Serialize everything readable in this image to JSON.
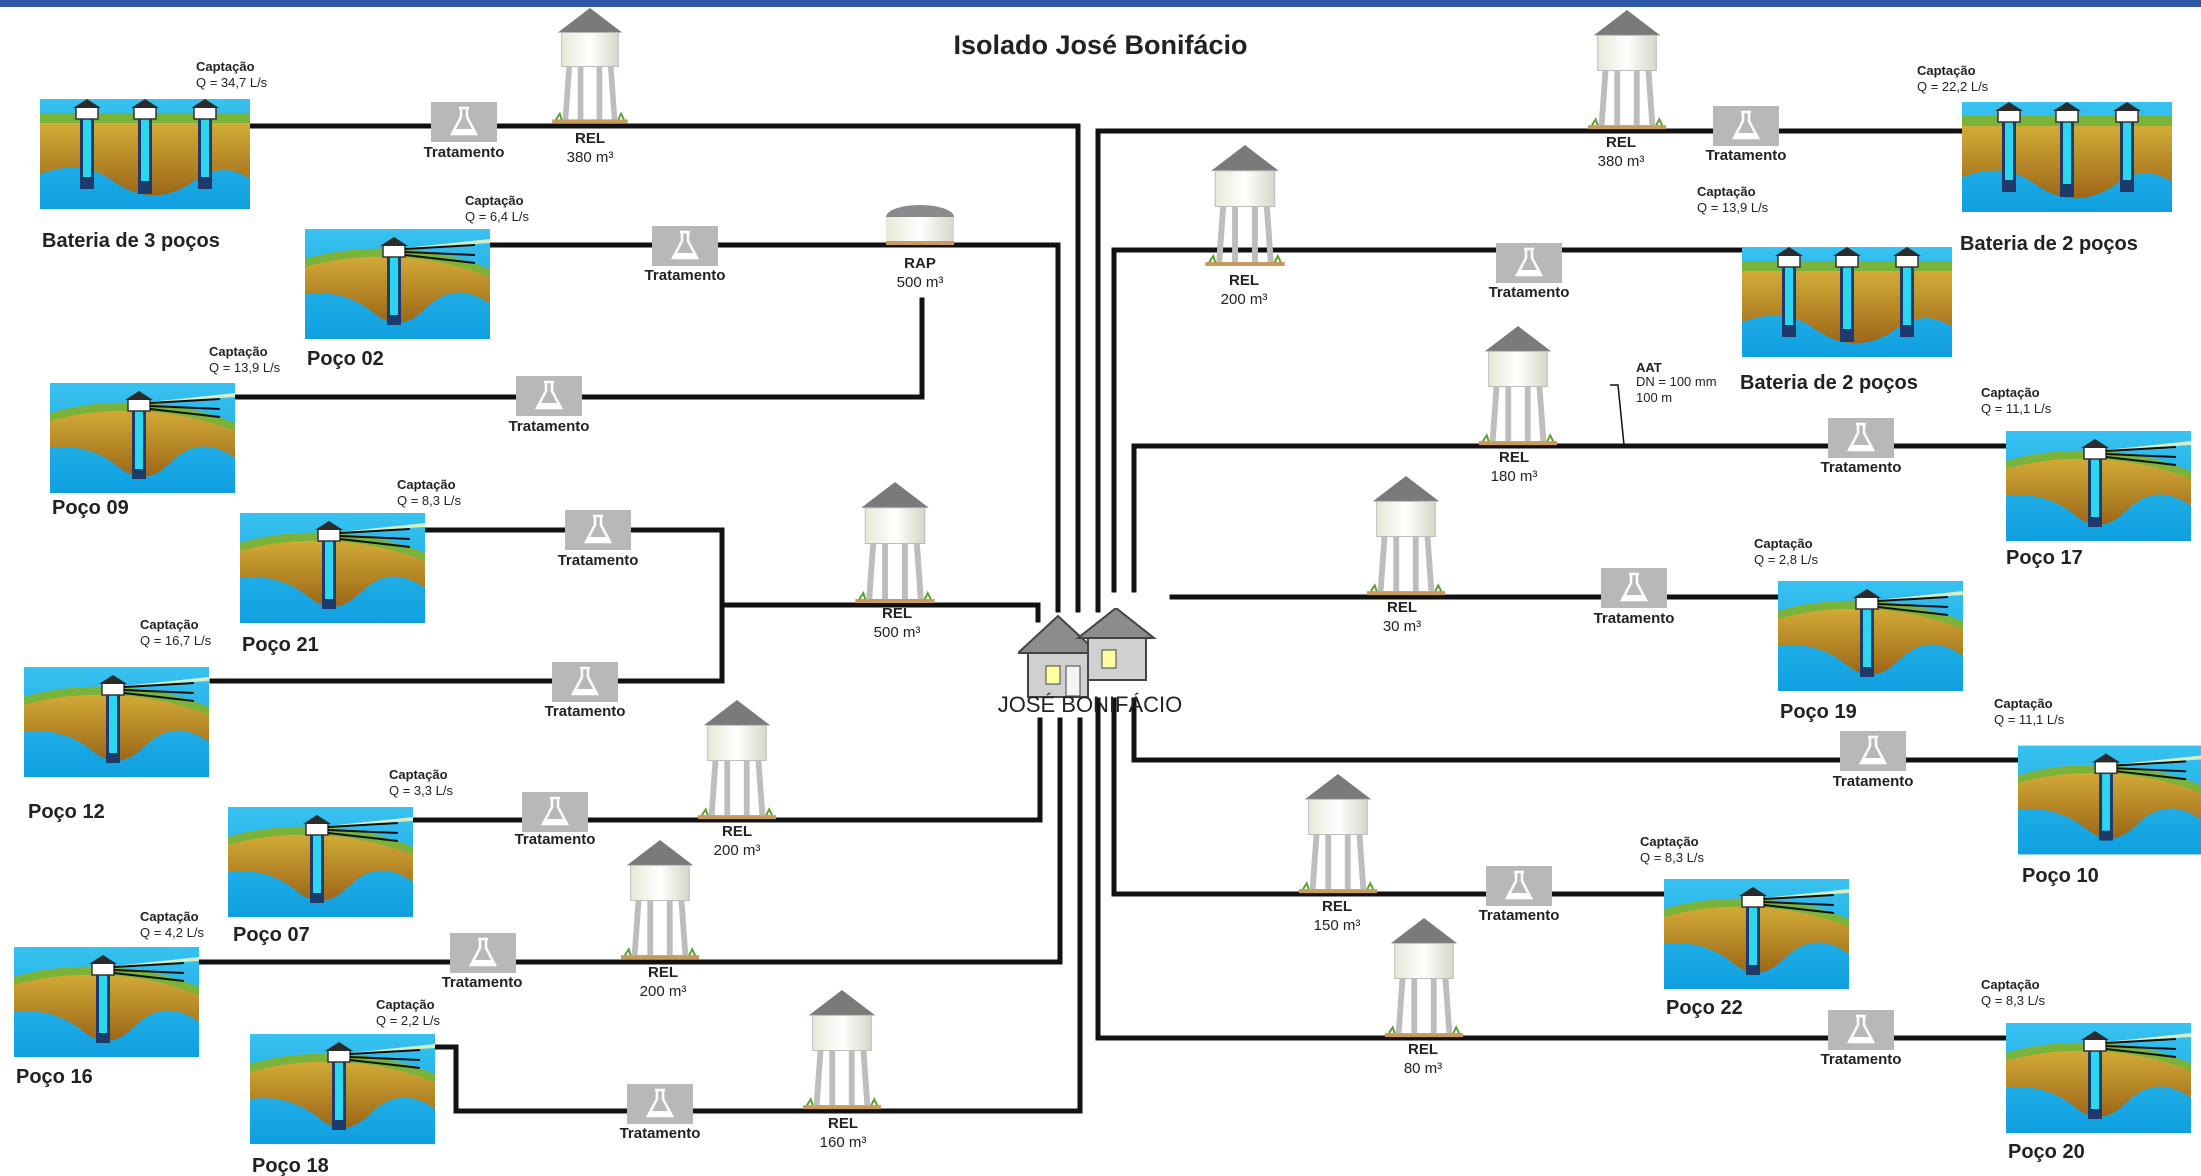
{
  "title": "Isolado José Bonifácio",
  "city": "JOSÉ BONIFÁCIO",
  "treatment_label": "Tratamento",
  "captacao_label": "Captação",
  "aat": {
    "title": "AAT",
    "dn": "DN = 100 mm",
    "len": "100 m"
  },
  "wells": [
    {
      "name": "Bateria de 3 poços",
      "q": "Q = 34,7 L/s"
    },
    {
      "name": "Poço 02",
      "q": "Q = 6,4 L/s"
    },
    {
      "name": "Poço 09",
      "q": "Q = 13,9 L/s"
    },
    {
      "name": "Poço 21",
      "q": "Q = 8,3 L/s"
    },
    {
      "name": "Poço 12",
      "q": "Q = 16,7 L/s"
    },
    {
      "name": "Poço 07",
      "q": "Q = 3,3 L/s"
    },
    {
      "name": "Poço 16",
      "q": "Q = 4,2 L/s"
    },
    {
      "name": "Poço 18",
      "q": "Q = 2,2 L/s"
    },
    {
      "name": "Bateria de 2 poços",
      "q": "Q = 22,2 L/s"
    },
    {
      "name": "Bateria de 2 poços",
      "q": "Q = 13,9 L/s"
    },
    {
      "name": "Poço 17",
      "q": "Q = 11,1 L/s"
    },
    {
      "name": "Poço 19",
      "q": "Q = 2,8 L/s"
    },
    {
      "name": "Poço 10",
      "q": "Q = 11,1 L/s"
    },
    {
      "name": "Poço 22",
      "q": "Q = 8,3 L/s"
    },
    {
      "name": "Poço 20",
      "q": "Q = 8,3 L/s"
    }
  ],
  "reservoirs": [
    {
      "type": "REL",
      "vol": "380 m³"
    },
    {
      "type": "RAP",
      "vol": "500 m³"
    },
    {
      "type": "REL",
      "vol": "500 m³"
    },
    {
      "type": "REL",
      "vol": "200 m³"
    },
    {
      "type": "REL",
      "vol": "200 m³"
    },
    {
      "type": "REL",
      "vol": "160 m³"
    },
    {
      "type": "REL",
      "vol": "380 m³"
    },
    {
      "type": "REL",
      "vol": "200 m³"
    },
    {
      "type": "REL",
      "vol": "180 m³"
    },
    {
      "type": "REL",
      "vol": "30 m³"
    },
    {
      "type": "REL",
      "vol": "150 m³"
    },
    {
      "type": "REL",
      "vol": "80 m³"
    }
  ]
}
